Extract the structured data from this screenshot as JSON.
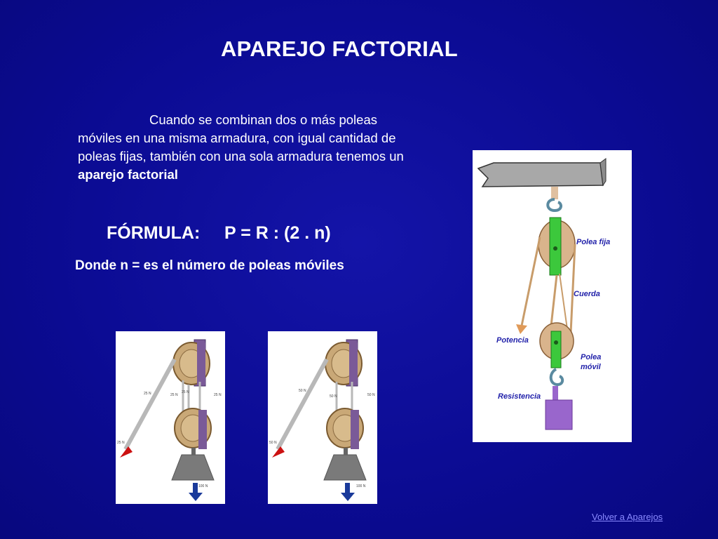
{
  "title": "APAREJO FACTORIAL",
  "paragraph": {
    "text": "Cuando se combinan dos o más poleas móviles en una misma armadura, con igual cantidad de poleas fijas, también con una sola armadura tenemos un ",
    "bold": "aparejo factorial"
  },
  "formula": {
    "label": "FÓRMULA:",
    "expression": "P = R : (2 . n)"
  },
  "donde": "Donde n = es el número de poleas móviles",
  "diagram1": {
    "force_labels": [
      "25 N",
      "25 N",
      "25 N",
      "25 N",
      "25 N"
    ],
    "load": "100 N"
  },
  "diagram2": {
    "force_labels": [
      "50 N",
      "50 N",
      "50 N",
      "50 N"
    ],
    "load": "100 N"
  },
  "diagram3": {
    "labels": {
      "fixed": "Polea fija",
      "rope": "Cuerda",
      "effort": "Potencia",
      "movable_1": "Polea",
      "movable_2": "móvil",
      "resistance": "Resistencia"
    }
  },
  "nav": {
    "back_link": "Volver a Aparejos"
  },
  "colors": {
    "background": "#0b0b92",
    "text": "#ffffff",
    "link": "#8a8aff",
    "pulley_wood": "#c8a878",
    "bracket_purple": "#8060a0",
    "green_frame": "#33cc33",
    "label_blue": "#2222aa"
  }
}
